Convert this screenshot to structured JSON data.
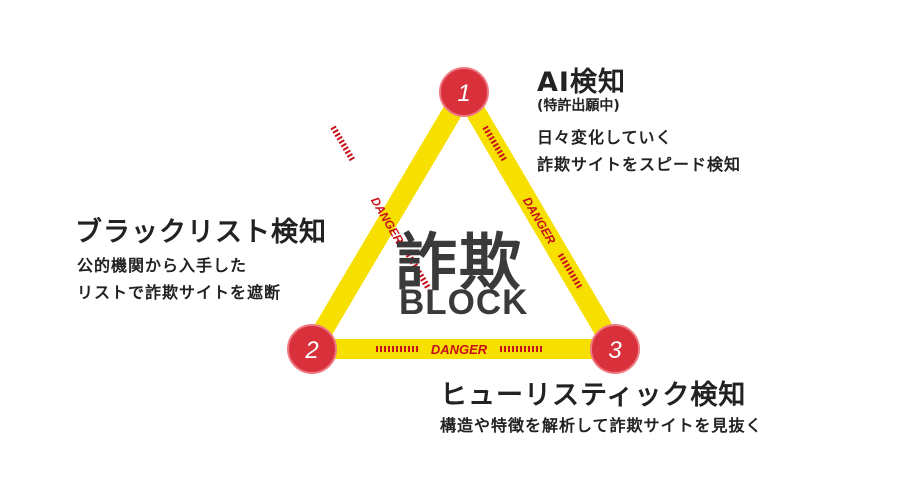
{
  "center": {
    "kanji": "詐欺",
    "word": "BLOCK"
  },
  "danger_label": "DANGER",
  "nodes": [
    {
      "number": "1",
      "title": "AI検知",
      "subtitle": "(特許出願中)",
      "lines": [
        "日々変化していく",
        "詐欺サイトをスピード検知"
      ]
    },
    {
      "number": "2",
      "title": "ブラックリスト検知",
      "lines": [
        "公的機関から入手した",
        "リストで詐欺サイトを遮断"
      ]
    },
    {
      "number": "3",
      "title": "ヒューリスティック検知",
      "lines": [
        "構造や特徴を解析して詐欺サイトを見抜く"
      ]
    }
  ],
  "colors": {
    "tape": "#f7e000",
    "tape_text": "#c8101a",
    "node": "#d8313c",
    "text": "#222222"
  }
}
